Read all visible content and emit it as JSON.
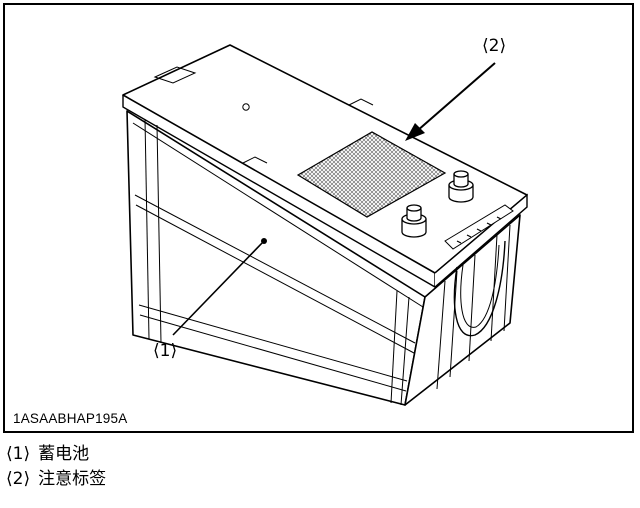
{
  "figure": {
    "code": "1ASAABHAP195A",
    "callouts": [
      {
        "number": "⟨1⟩"
      },
      {
        "number": "⟨2⟩"
      }
    ]
  },
  "legend": {
    "items": [
      {
        "number": "⟨1⟩",
        "label": "蓄电池"
      },
      {
        "number": "⟨2⟩",
        "label": "注意标签"
      }
    ]
  }
}
